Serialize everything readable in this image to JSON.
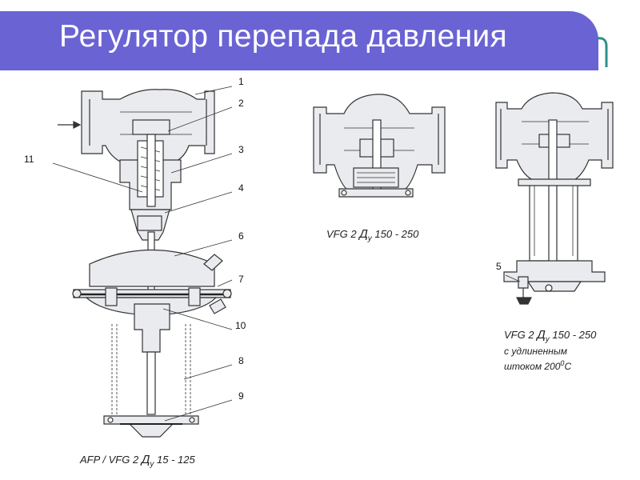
{
  "title": "Регулятор перепада давления",
  "callouts": {
    "c1": "1",
    "c2": "2",
    "c3": "3",
    "c4": "4",
    "c6": "6",
    "c7": "7",
    "c10": "10",
    "c8": "8",
    "c9": "9",
    "c11": "11",
    "c5": "5"
  },
  "captions": {
    "left_prefix": "AFP / VFG 2",
    "left_dy": "Д",
    "left_sub": "у",
    "left_range": "15 - 125",
    "mid_prefix": "VFG 2",
    "mid_dy": "Д",
    "mid_sub": "у",
    "mid_range": "150 - 250",
    "right_prefix": "VFG 2",
    "right_dy": "Д",
    "right_sub": "у",
    "right_range": "150 - 250",
    "right_note_line1": "с удлиненным",
    "right_note_line2a": "штоком 200",
    "right_note_sup": "0",
    "right_note_line2b": "С"
  },
  "colors": {
    "title_bar": "#6a63d4",
    "title_text": "#ffffff",
    "line": "#333333",
    "fill_light": "#e9ebef"
  }
}
